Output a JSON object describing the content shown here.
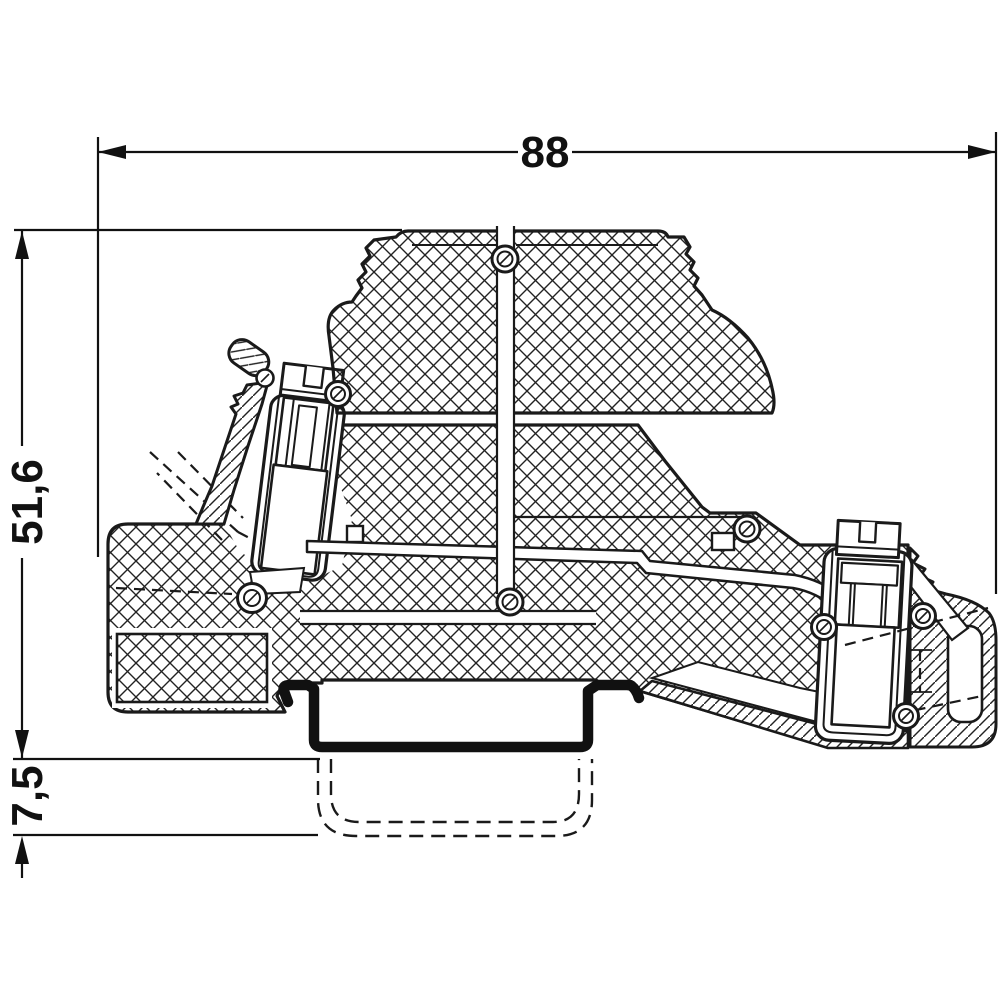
{
  "drawing": {
    "description": "Side cross-section technical drawing of a DIN-rail terminal block with two screw clamp terminals and snap-on rail foot",
    "dimensions": {
      "overall_width": {
        "value": "88"
      },
      "overall_height": {
        "value": "51,6"
      },
      "rail_depth": {
        "value": "7,5"
      }
    },
    "colors": {
      "line": "#1a1a1a",
      "background": "#ffffff",
      "rail_profile": "#111111"
    }
  }
}
